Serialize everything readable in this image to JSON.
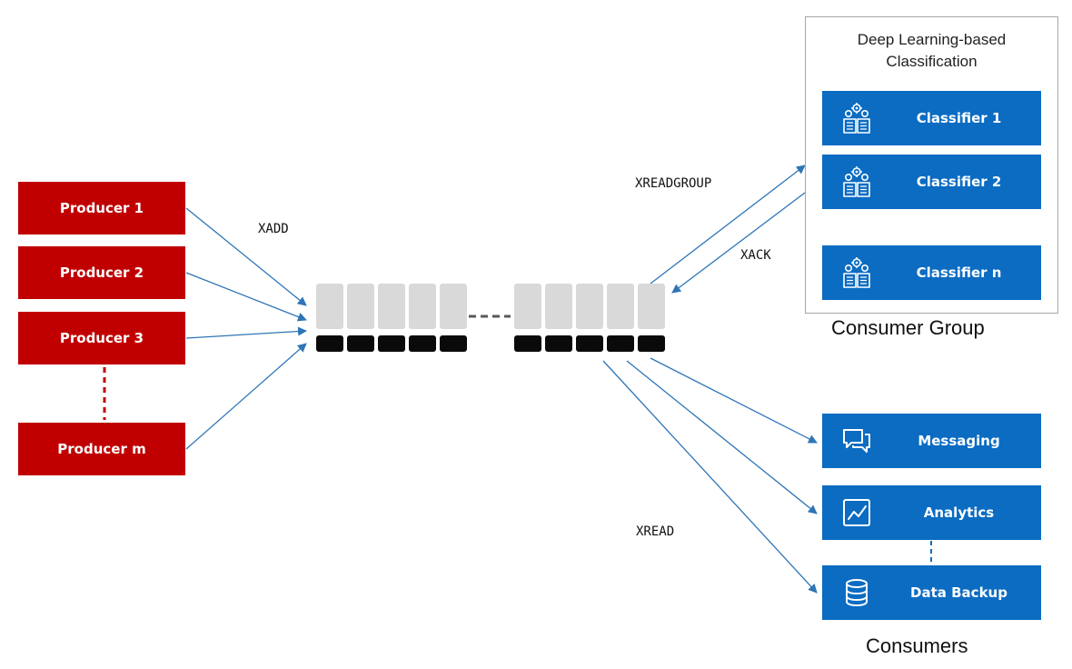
{
  "producers": [
    "Producer 1",
    "Producer 2",
    "Producer 3",
    "Producer m"
  ],
  "commands": {
    "xadd": "XADD",
    "xreadgroup": "XREADGROUP",
    "xack": "XACK",
    "xread": "XREAD"
  },
  "consumer_group": {
    "title": "Deep Learning-based\nClassification",
    "classifiers": [
      "Classifier 1",
      "Classifier 2",
      "Classifier n"
    ],
    "caption": "Consumer Group"
  },
  "consumers": {
    "items": [
      "Messaging",
      "Analytics",
      "Data Backup"
    ],
    "caption": "Consumers"
  },
  "icons": {
    "classifier": "brain-gears-book-icon",
    "messaging": "chat-bubbles-icon",
    "analytics": "line-chart-icon",
    "data_backup": "database-icon"
  },
  "colors": {
    "producer": "#c00000",
    "consumer": "#0b6cc2",
    "arrow": "#2e75b6",
    "slot_top": "#d9d9d9",
    "slot_bottom": "#0a0a0a"
  }
}
